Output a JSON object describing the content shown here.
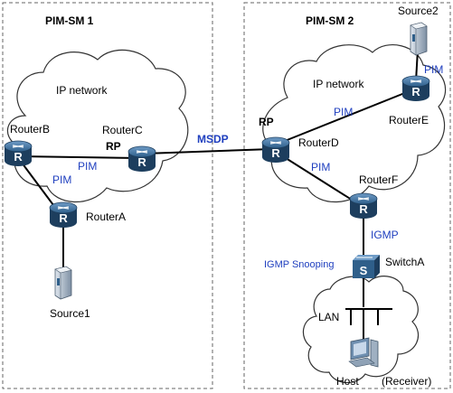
{
  "domains": {
    "left_title": "PIM-SM 1",
    "right_title": "PIM-SM 2"
  },
  "clouds": {
    "left_label": "IP network",
    "right_label": "IP network"
  },
  "routers": {
    "a": "RouterA",
    "b": "RouterB",
    "c": "RouterC",
    "d": "RouterD",
    "e": "RouterE",
    "f": "RouterF"
  },
  "rp_labels": {
    "left": "RP",
    "right": "RP"
  },
  "switch": {
    "name": "SwitchA",
    "feature": "IGMP Snooping"
  },
  "hosts": {
    "source1": "Source1",
    "source2": "Source2",
    "host": "Host",
    "receiver": "(Receiver)"
  },
  "links": {
    "msdp": "MSDP",
    "pim_b_c": "PIM",
    "pim_b_a": "PIM",
    "pim_d_e": "PIM",
    "pim_d_f": "PIM",
    "pim_e_source2": "PIM",
    "igmp": "IGMP"
  },
  "lan": "LAN",
  "colors": {
    "router_fill": "#2f5f8a",
    "router_dark": "#1d3e5e",
    "switch_fill": "#3d6e9e",
    "protocol_text": "#1f3fbf",
    "domain_border": "#666666"
  }
}
